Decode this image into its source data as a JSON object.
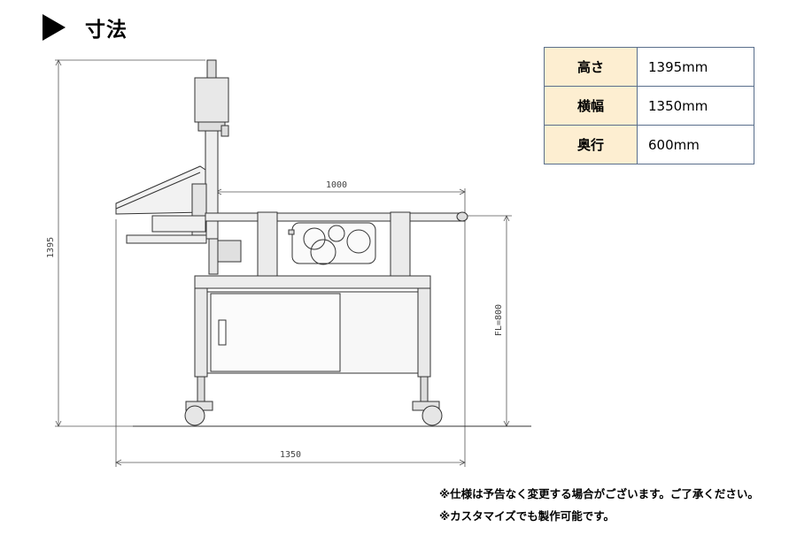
{
  "heading": {
    "title": "寸法"
  },
  "spec_table": {
    "rows": [
      {
        "label": "高さ",
        "value": "1395mm"
      },
      {
        "label": "横幅",
        "value": "1350mm"
      },
      {
        "label": "奥行",
        "value": "600mm"
      }
    ]
  },
  "dimensions": {
    "height_label": "1395",
    "width_label": "1350",
    "conveyor_label": "1000",
    "floor_level_label": "FL=800"
  },
  "notes": {
    "line1": "※仕様は予告なく変更する場合がございます。ご了承ください。",
    "line2": "※カスタマイズでも製作可能です。"
  }
}
